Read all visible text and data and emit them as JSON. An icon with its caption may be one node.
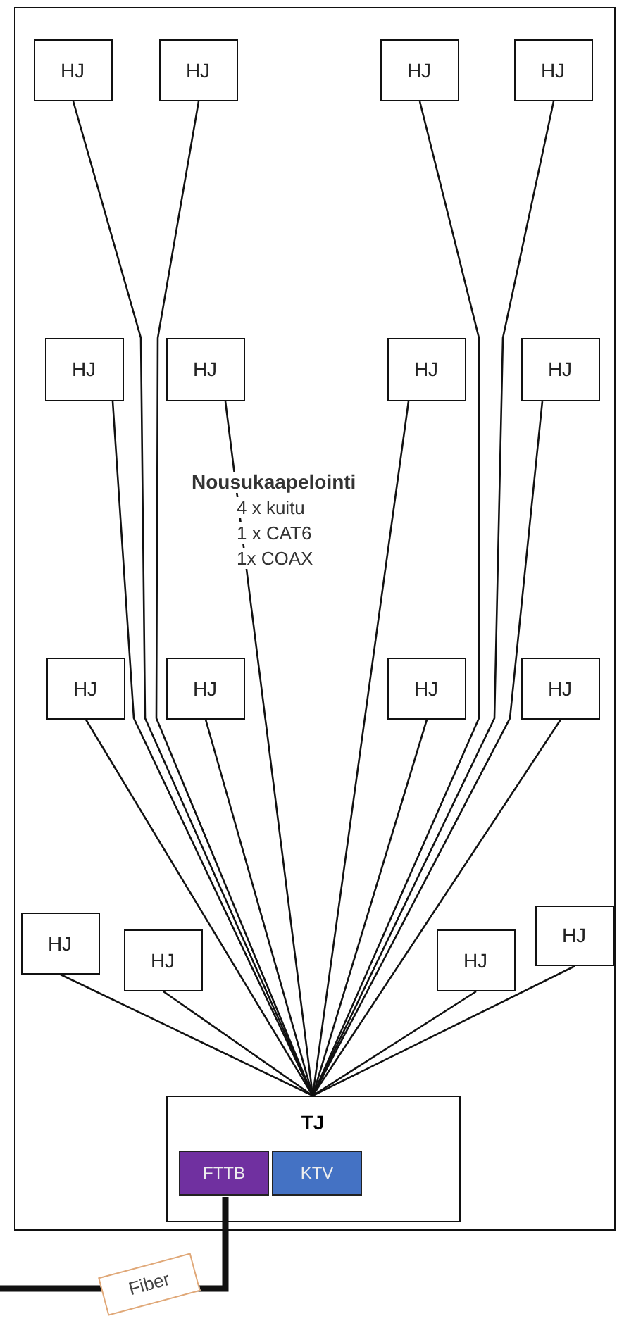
{
  "diagram": {
    "nodes": [
      {
        "text": [],
        "shape": "box"
      },
      {
        "text": [
          "HJ"
        ],
        "in": 0
      },
      {
        "text": [
          "HJ"
        ],
        "in": 0
      },
      {
        "text": [
          "HJ"
        ],
        "in": 0
      },
      {
        "text": [
          "HJ"
        ],
        "in": 0
      },
      {
        "text": [
          "HJ"
        ],
        "in": 0
      },
      {
        "text": [
          "HJ"
        ],
        "in": 0
      },
      {
        "text": [
          "HJ"
        ],
        "in": 0
      },
      {
        "text": [
          "HJ"
        ],
        "in": 0
      },
      {
        "text": [
          "HJ"
        ],
        "in": 0
      },
      {
        "text": [
          "HJ"
        ],
        "in": 0
      },
      {
        "text": [
          "HJ"
        ],
        "in": 0
      },
      {
        "text": [
          "HJ"
        ],
        "in": 0
      },
      {
        "text": [
          "HJ"
        ],
        "in": 0
      },
      {
        "text": [
          "HJ"
        ],
        "in": 0
      },
      {
        "text": [
          "HJ"
        ],
        "in": 0
      },
      {
        "text": [
          "HJ"
        ],
        "in": 0
      },
      {
        "text": [
          "TJ"
        ],
        "in": 0
      },
      {
        "text": [
          "FTTB"
        ],
        "in": 17
      },
      {
        "text": [
          "KTV"
        ],
        "in": 17
      }
    ],
    "edges": [
      {
        "from": 1,
        "to": 17,
        "arrow": "none"
      },
      {
        "from": 2,
        "to": 17,
        "arrow": "none"
      },
      {
        "from": 3,
        "to": 17,
        "arrow": "none"
      },
      {
        "from": 4,
        "to": 17,
        "arrow": "none"
      },
      {
        "from": 5,
        "to": 17,
        "arrow": "none"
      },
      {
        "from": 6,
        "to": 17,
        "arrow": "none"
      },
      {
        "from": 7,
        "to": 17,
        "arrow": "none"
      },
      {
        "from": 8,
        "to": 17,
        "arrow": "none"
      },
      {
        "from": 9,
        "to": 17,
        "arrow": "none"
      },
      {
        "from": 10,
        "to": 17,
        "arrow": "none"
      },
      {
        "from": 11,
        "to": 17,
        "arrow": "none"
      },
      {
        "from": 12,
        "to": 17,
        "arrow": "none"
      },
      {
        "from": 13,
        "to": 17,
        "arrow": "none"
      },
      {
        "from": 14,
        "to": 17,
        "arrow": "none"
      },
      {
        "from": 15,
        "to": 17,
        "arrow": "none"
      },
      {
        "from": 16,
        "to": 17,
        "arrow": "none"
      },
      {
        "from": 18,
        "to": null,
        "arrow": "none",
        "label": "Fiber",
        "style": "thick"
      }
    ],
    "labels": [
      "Nousukaapelointi",
      "4 x kuitu",
      "1 x CAT6",
      "1x COAX"
    ]
  }
}
